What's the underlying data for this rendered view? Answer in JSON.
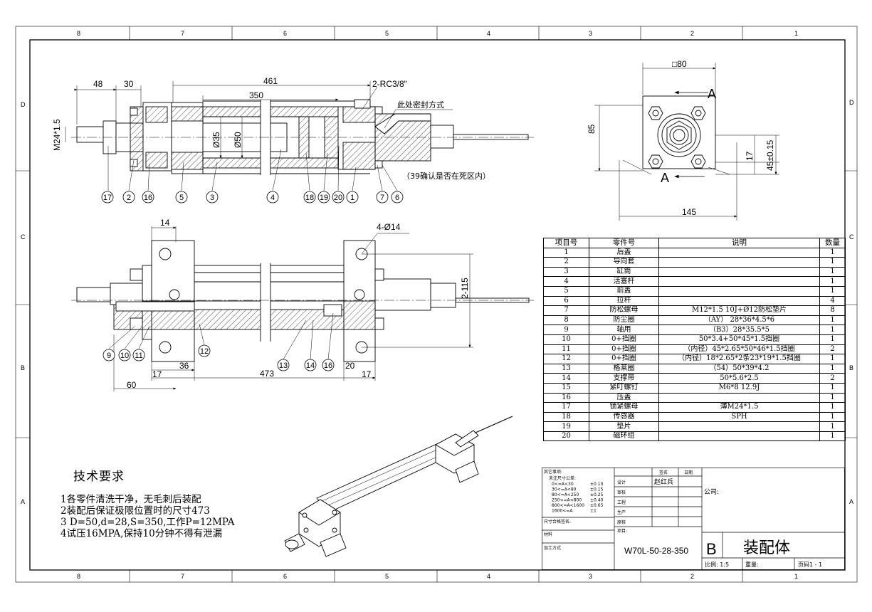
{
  "sheet": {
    "col_numbers": [
      "8",
      "7",
      "6",
      "5",
      "4",
      "3",
      "2",
      "1"
    ],
    "row_letters": [
      "D",
      "C",
      "B",
      "A"
    ]
  },
  "front_view": {
    "dims": {
      "d48": "48",
      "d30": "30",
      "d461": "461",
      "d350": "350",
      "port": "2-RC3/8\"",
      "thread": "M24*1.5",
      "phi35": "Ø35",
      "phi50": "Ø50"
    },
    "notes": {
      "seal": "此处密封方式",
      "deadzone": "（39确认是否在死区内）"
    },
    "balloons": [
      "17",
      "2",
      "16",
      "5",
      "3",
      "4",
      "18",
      "19",
      "20",
      "1",
      "7",
      "6"
    ]
  },
  "end_view": {
    "dims": {
      "sq80": "□80",
      "d85": "85",
      "d145": "145",
      "d17": "17",
      "d45": "45±0.15",
      "section_a": "A"
    }
  },
  "section_view": {
    "dims": {
      "d14": "14",
      "holes": "4-Ø14",
      "d2115": "2-115",
      "d17l": "17",
      "d36": "36",
      "d473": "473",
      "d20": "20",
      "d17r": "17",
      "d60": "60"
    },
    "balloons": [
      "9",
      "10",
      "11",
      "12",
      "13",
      "14",
      "16"
    ]
  },
  "tech": {
    "title": "技术要求",
    "lines": [
      "1各零件清洗干净，无毛刺后装配",
      "2装配后保证极限位置时的尺寸473",
      "3 D=50,d=28,S=350,工作P=12MPA",
      "4试压16MPA,保持10分钟不得有泄漏"
    ]
  },
  "bom": {
    "headers": [
      "项目号",
      "零件号",
      "说明",
      "数量"
    ],
    "rows": [
      [
        "1",
        "后盖",
        "",
        "1"
      ],
      [
        "2",
        "导向套",
        "",
        "1"
      ],
      [
        "3",
        "缸筒",
        "",
        "1"
      ],
      [
        "4",
        "活塞杆",
        "",
        "1"
      ],
      [
        "5",
        "前盖",
        "",
        "1"
      ],
      [
        "6",
        "拉杆",
        "",
        "4"
      ],
      [
        "7",
        "防松螺母",
        "M12*1.5  10J+Ø12防松垫片",
        "8"
      ],
      [
        "8",
        "防尘圈",
        "（AY）  28*36*4.5*6",
        "1"
      ],
      [
        "9",
        "轴用",
        "（B3）28*35.5*5",
        "1"
      ],
      [
        "10",
        "0+挡圈",
        "50*3.4+50*45*1.5挡圈",
        "1"
      ],
      [
        "11",
        "0+挡圈",
        "（内径）45*2.65*50*46*1.5挡圈",
        "2"
      ],
      [
        "12",
        "0+挡圈",
        "（内径）18*2.65*2条23*19*1.5挡圈",
        "1"
      ],
      [
        "13",
        "格莱圈",
        "（54）50*39*4.2",
        "1"
      ],
      [
        "14",
        "支撑带",
        "50*5.6*2.5",
        "2"
      ],
      [
        "15",
        "紧叮螺钉",
        "M6*8   12.9J",
        "1"
      ],
      [
        "16",
        "压盖",
        "",
        "1"
      ],
      [
        "17",
        "锁紧螺母",
        "薄M24*1.5",
        "1"
      ],
      [
        "18",
        "传感器",
        "SPH",
        "1"
      ],
      [
        "19",
        "垫片",
        "",
        "1"
      ],
      [
        "20",
        "磁环组",
        "",
        "1"
      ]
    ]
  },
  "title_block": {
    "tolerance_header": "其它事项:",
    "tolerance_title": "未注尺寸公差:",
    "tolerances": [
      [
        "0<=A<30",
        "±0.10"
      ],
      [
        "30<=A<80",
        "±0.15"
      ],
      [
        "80<=A<250",
        "±0.25"
      ],
      [
        "250<=A<800",
        "±0.40"
      ],
      [
        "800<=A<1600",
        "±0.65"
      ],
      [
        "1600<=A",
        "±1"
      ]
    ],
    "size_check": "尺寸合格签名:",
    "material": "材料",
    "process": "加工方式",
    "sign_header": "签名",
    "date_header": "日期",
    "design_label": "设计",
    "designer": "赵红兵",
    "review_label": "审核",
    "craft_label": "工程",
    "production_label": "生产",
    "approve_label": "原核",
    "project_label": "项目:",
    "company_label": "公司:",
    "drawing_number": "W70L-50-28-350",
    "size_code": "B",
    "drawing_title": "装配体",
    "scale": "比例: 1:5",
    "weight": "重量:",
    "page": "页码1 - 1"
  }
}
